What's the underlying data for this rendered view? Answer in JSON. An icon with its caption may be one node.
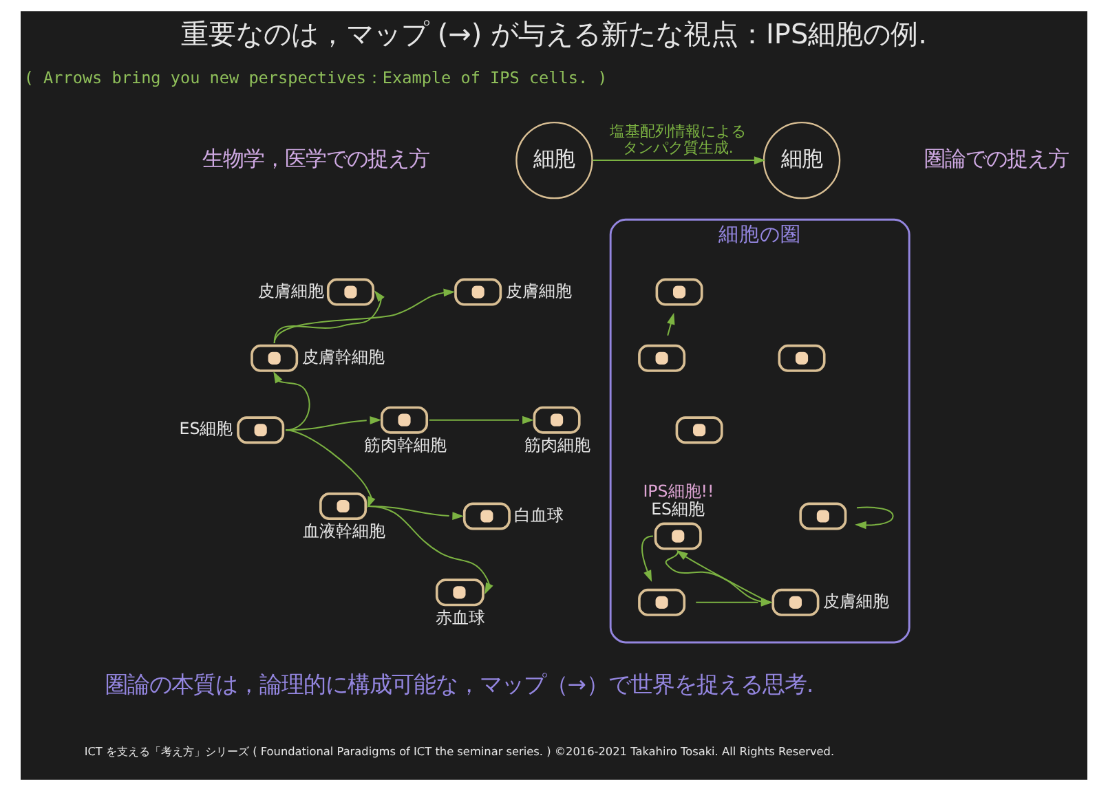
{
  "diagram": {
    "title": "重要なのは，マップ (→) が与える新たな視点：IPS細胞の例.",
    "nodes": [
      {
        "text": [],
        "shape": "ellipse",
        "beside": [
          "皮膚細胞"
        ]
      },
      {
        "text": [],
        "shape": "ellipse",
        "beside": [
          "皮膚細胞"
        ]
      },
      {
        "text": [],
        "shape": "ellipse",
        "beside": [
          "皮膚幹細胞"
        ]
      },
      {
        "text": [],
        "shape": "ellipse",
        "beside": [
          "ES細胞"
        ]
      },
      {
        "text": [],
        "shape": "ellipse",
        "beside": [
          "筋肉幹細胞"
        ]
      },
      {
        "text": [],
        "shape": "ellipse",
        "beside": [
          "筋肉細胞"
        ]
      },
      {
        "text": [],
        "shape": "ellipse",
        "beside": [
          "血液幹細胞"
        ]
      },
      {
        "text": [],
        "shape": "ellipse",
        "beside": [
          "白血球"
        ]
      },
      {
        "text": [],
        "shape": "ellipse",
        "beside": [
          "赤血球"
        ]
      },
      {
        "text": [
          "細胞"
        ]
      },
      {
        "text": [
          "細胞"
        ]
      },
      {
        "text": [
          "細胞の圏"
        ]
      },
      {
        "text": [],
        "shape": "ellipse",
        "in": 11
      },
      {
        "text": [],
        "shape": "ellipse",
        "in": 11
      },
      {
        "text": [],
        "shape": "ellipse",
        "in": 11
      },
      {
        "text": [],
        "shape": "ellipse",
        "in": 11
      },
      {
        "text": [],
        "shape": "ellipse",
        "in": 11
      },
      {
        "text": [],
        "shape": "ellipse",
        "in": 11,
        "beside": [
          "IPS細胞!!",
          "ES細胞"
        ]
      },
      {
        "text": [],
        "shape": "ellipse",
        "in": 11
      },
      {
        "text": [],
        "shape": "ellipse",
        "in": 11,
        "beside": [
          "皮膚細胞"
        ]
      }
    ],
    "edges": [
      {
        "from": 3,
        "to": 2,
        "arrow": "to"
      },
      {
        "from": 3,
        "to": 4,
        "arrow": "to"
      },
      {
        "from": 3,
        "to": 6,
        "arrow": "to"
      },
      {
        "from": 2,
        "to": 0,
        "arrow": "to"
      },
      {
        "from": 2,
        "to": 1,
        "arrow": "to"
      },
      {
        "from": 4,
        "to": 5,
        "arrow": "to"
      },
      {
        "from": 6,
        "to": 7,
        "arrow": "to"
      },
      {
        "from": 6,
        "to": 8,
        "arrow": "to"
      },
      {
        "from": 9,
        "to": 10,
        "arrow": "to",
        "label": "塩基配列情報によるタンパク質生成."
      },
      {
        "from": 12,
        "to": 13,
        "arrow": "to"
      },
      {
        "from": 16,
        "to": 16,
        "arrow": "to"
      },
      {
        "from": 17,
        "to": 18,
        "arrow": "to"
      },
      {
        "from": 17,
        "to": 19,
        "arrow": "to"
      },
      {
        "from": 18,
        "to": 19,
        "arrow": "to"
      },
      {
        "from": 19,
        "to": 17,
        "arrow": "to"
      }
    ],
    "labels": [
      "( Arrows bring you new perspectives：Example of IPS cells. )",
      "生物学，医学での捉え方",
      "圏論での捉え方",
      "圏論の本質は，論理的に構成可能な，マップ（→）で世界を捉える思考.",
      "ICT を支える「考え方」シリーズ ( Foundational Paradigms of ICT the seminar series. ) ©2016-2021 Takahiro Tosaki. All Rights Reserved."
    ]
  }
}
